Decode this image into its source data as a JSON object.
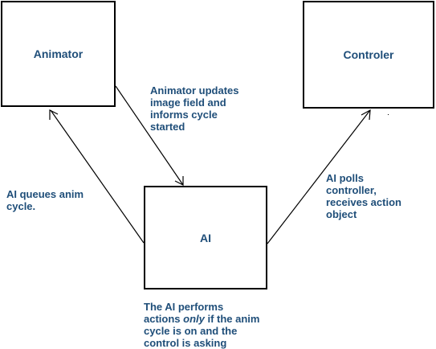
{
  "boxes": {
    "animator": "Animator",
    "controller": "Controler",
    "ai": "AI"
  },
  "notes": {
    "animator_updates": "Animator updates\nimage field and\ninforms cycle\nstarted",
    "ai_queues": "AI queues anim\ncycle.",
    "ai_polls": "AI polls\ncontroller,\nreceives action\nobject",
    "performs_line1": "The AI performs",
    "performs_line2a": "actions ",
    "performs_only": "only",
    "performs_line2b": " if the anim",
    "performs_line3": "cycle is on and the",
    "performs_line4": "control is asking"
  },
  "colors": {
    "text": "#1f4e79",
    "line": "#000000"
  }
}
